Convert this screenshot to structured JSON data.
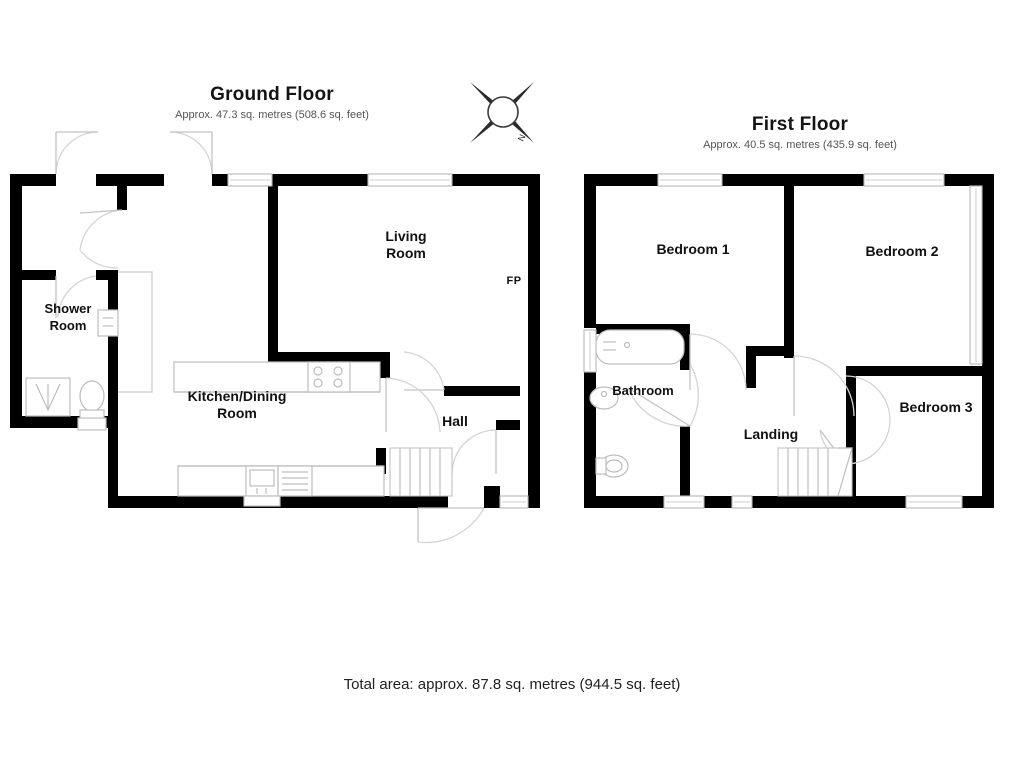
{
  "document": {
    "type": "floor-plan",
    "total_area_text": "Total area: approx. 87.8 sq. metres (944.5 sq. feet)"
  },
  "compass": {
    "label": "N"
  },
  "floors": [
    {
      "id": "ground",
      "title": "Ground Floor",
      "subtitle": "Approx. 47.3 sq. metres (508.6 sq. feet)",
      "rooms": [
        {
          "id": "shower-room",
          "label": "Shower\nRoom"
        },
        {
          "id": "kitchen-dining-room",
          "label": "Kitchen/Dining\nRoom"
        },
        {
          "id": "living-room",
          "label": "Living\nRoom"
        },
        {
          "id": "hall",
          "label": "Hall"
        }
      ],
      "annotations": [
        {
          "id": "fireplace",
          "label": "FP"
        }
      ]
    },
    {
      "id": "first",
      "title": "First Floor",
      "subtitle": "Approx. 40.5 sq. metres (435.9 sq. feet)",
      "rooms": [
        {
          "id": "bedroom-1",
          "label": "Bedroom 1"
        },
        {
          "id": "bedroom-2",
          "label": "Bedroom 2"
        },
        {
          "id": "bedroom-3",
          "label": "Bedroom 3"
        },
        {
          "id": "bathroom",
          "label": "Bathroom"
        },
        {
          "id": "landing",
          "label": "Landing"
        }
      ],
      "annotations": []
    }
  ],
  "colors": {
    "wall": "#000000",
    "fixture_stroke": "#bdbdbd",
    "text": "#111111",
    "subtitle": "#555555",
    "background": "#ffffff"
  }
}
